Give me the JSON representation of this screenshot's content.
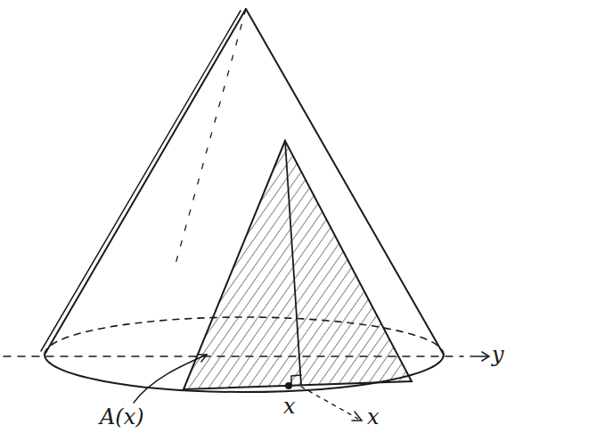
{
  "diagram": {
    "labels": [
      "y",
      "x",
      "x",
      "A(x)"
    ]
  }
}
